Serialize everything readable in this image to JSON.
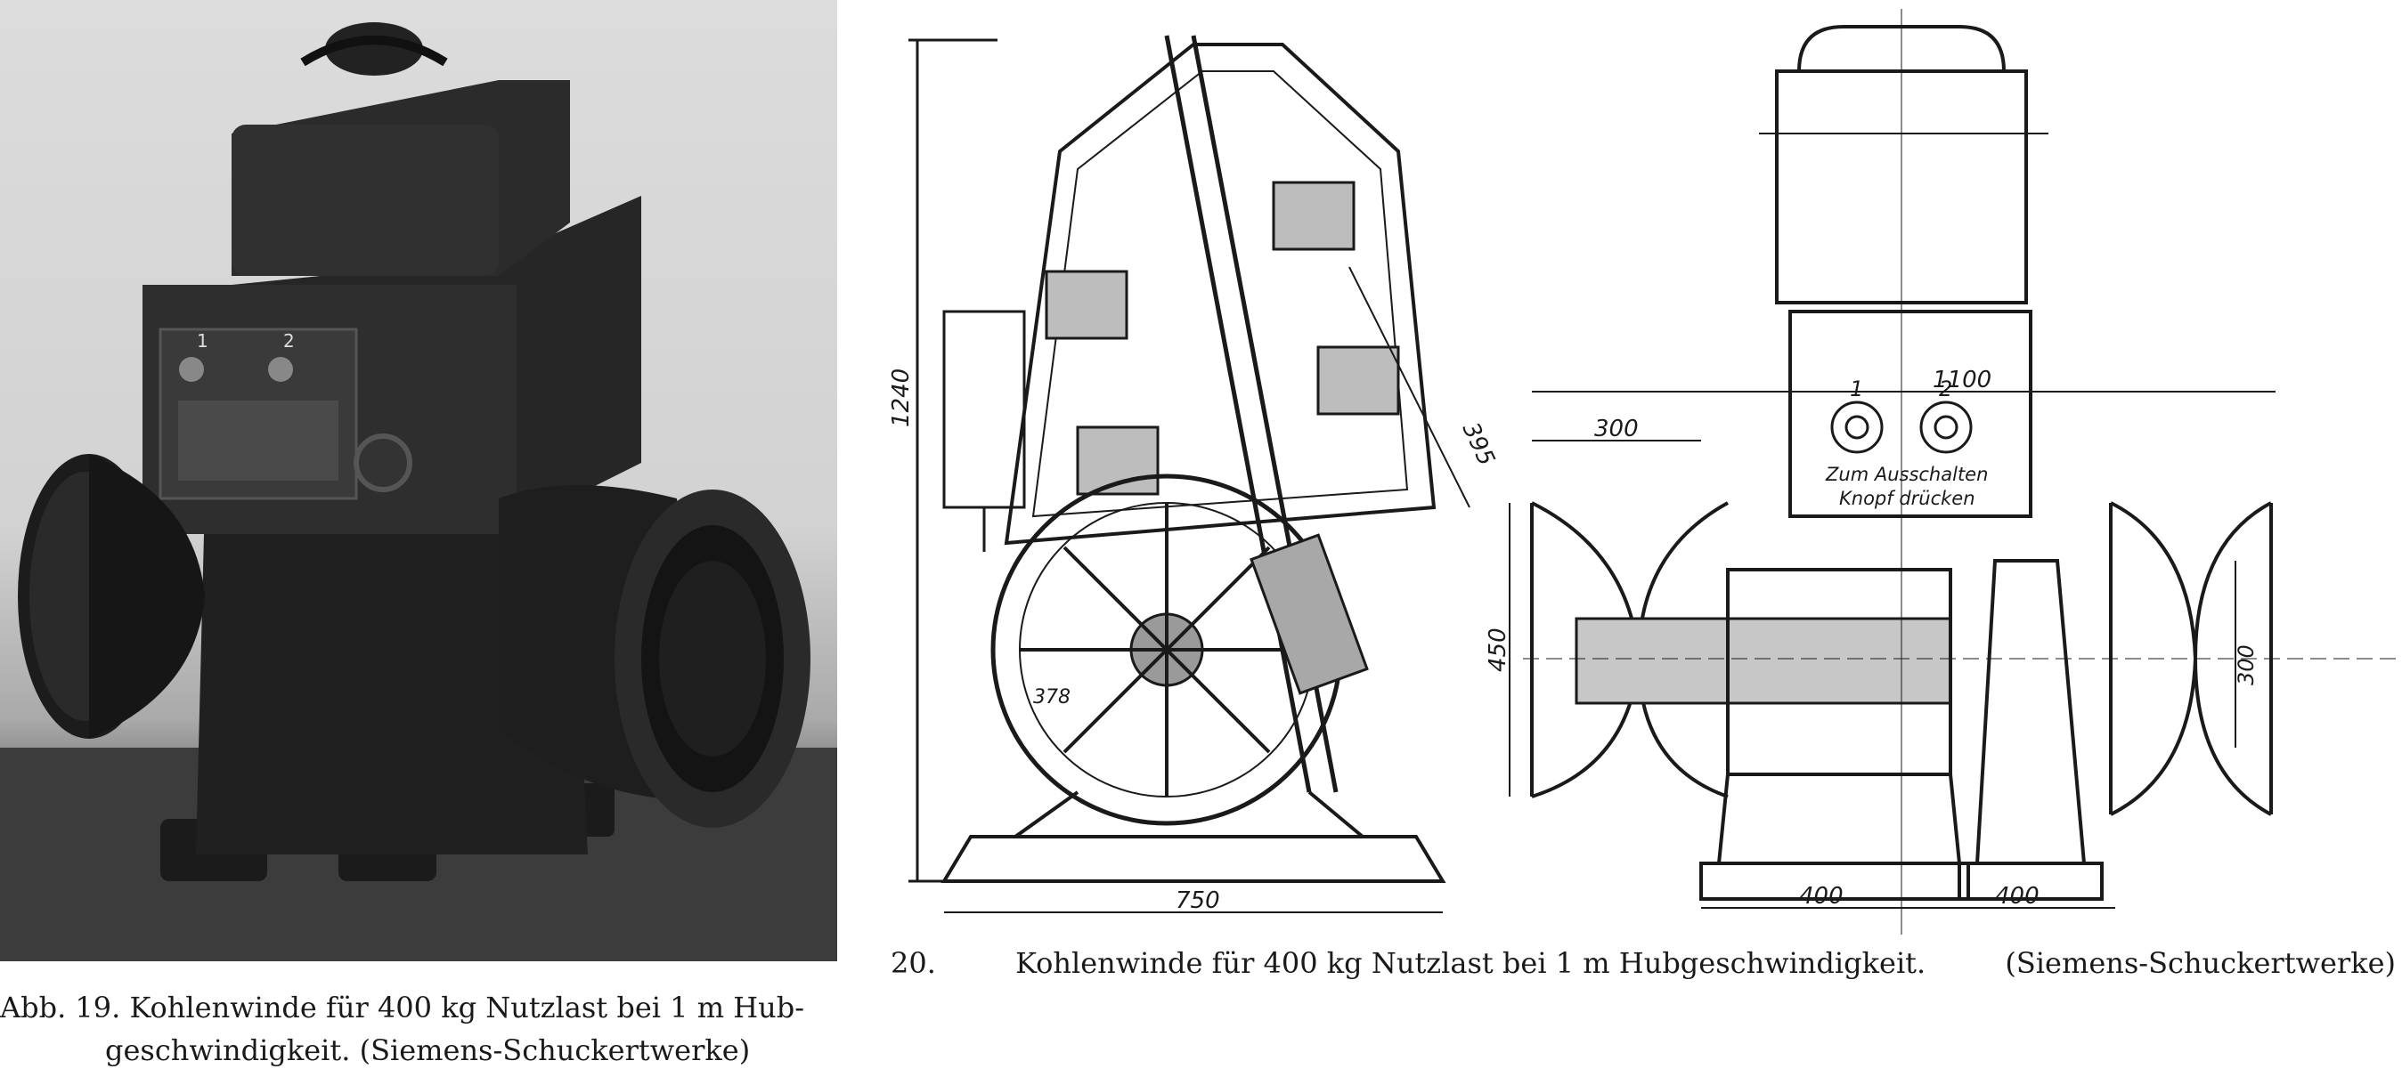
{
  "left_figure": {
    "caption_line1": "Abb. 19.  Kohlenwinde für 400 kg Nutzlast bei 1 m Hub-",
    "caption_line2": "geschwindigkeit.  (Siemens-Schuckertwerke)",
    "panel_labels": [
      "1",
      "2"
    ]
  },
  "right_figure": {
    "caption_number": "20.",
    "caption_text": "Kohlenwinde  für  400  kg  Nutzlast  bei  1  m  Hubgeschwindigkeit.",
    "caption_source": "(Siemens-Schuckertwerke)",
    "dimensions": {
      "height_total": "1240",
      "motor_axis": "395",
      "gear_radius": "378",
      "base_width": "750",
      "overall_width": "1100",
      "drum_offset": "300",
      "drum_height": "450",
      "right_drum": "300",
      "half_width_left": "400",
      "half_width_right": "400"
    },
    "panel_labels": [
      "1",
      "2"
    ],
    "panel_text_line1": "Zum Ausschalten",
    "panel_text_line2": "Knopf drücken"
  }
}
